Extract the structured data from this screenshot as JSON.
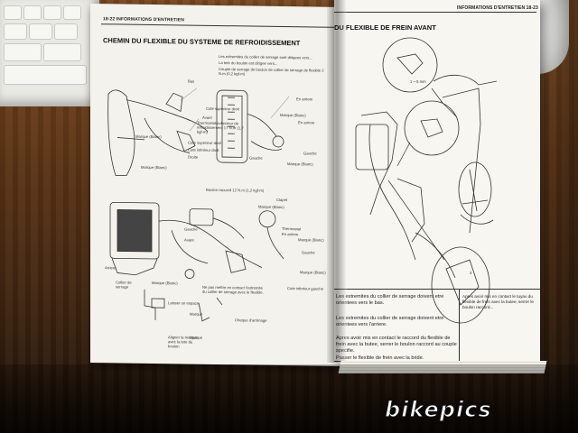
{
  "left_page": {
    "header": "18-22    INFORMATIONS D'ENTRETIEN",
    "title": "CHEMIN DU FLEXIBLE DU SYSTEME DE REFROIDISSEMENT",
    "labels": [
      "Les extremites du collier de serrage sont dirigees vers...",
      "La tete du boulon est dirigee vers...",
      "Couple de serrage de boulon de collier de serrage de flexible 2 N.m (0,2 kgf-m)",
      "Bas",
      "En arriere",
      "Cote superieur droit",
      "Avant",
      "Thermostat/collecteur de refroidissement 17 N.m (1,7 kgf-m)",
      "Cote superieur droit",
      "Cote inferieur droit",
      "Droite",
      "Marque (Blanc)",
      "Marque (Blanc)",
      "Gauche",
      "Marque (Blanc)",
      "En arriere",
      "Gauche",
      "Marque (Blanc)",
      "Boulon raccord 12 N.m (1,2 kgf-m)",
      "Clapet",
      "Marque (Blanc)",
      "Thermostat",
      "Marque (Blanc)",
      "Gauche",
      "Avant",
      "En arriere",
      "Gauche",
      "Marque (Blanc)",
      "Cote inferieur gauche",
      "Arriere",
      "Collier de serrage",
      "Marque (Blanc)",
      "Ne pas mettre en contact l'extremite du collier de serrage avec le flexible.",
      "Laisser un espace",
      "Marque",
      "Marque",
      "Aligner la marque avec la tete du boulon",
      "Cheque d'arrimage"
    ]
  },
  "right_page": {
    "header": "INFORMATIONS D'ENTRETIEN    18-23",
    "title": "DU FLEXIBLE DE FREIN AVANT",
    "labels": [
      "1 ~ 5 mm",
      "3"
    ],
    "table": [
      "Les extremites du collier de serrage doivent etre orientees vers le bas.",
      "Les extremites du collier de serrage doivent etre orientees vers l'arriere.",
      "Apres avoir mis en contact le raccord du flexible de frein avec la butee, serrer le boulon raccord au couple specifie.",
      "Passer le flexible de frein avec la bride.",
      "Apres avoir mis en contact le tuyau du flexible de frein avec la butee, serrer le boulon raccord..."
    ]
  },
  "watermark": {
    "text": "bikepics"
  }
}
